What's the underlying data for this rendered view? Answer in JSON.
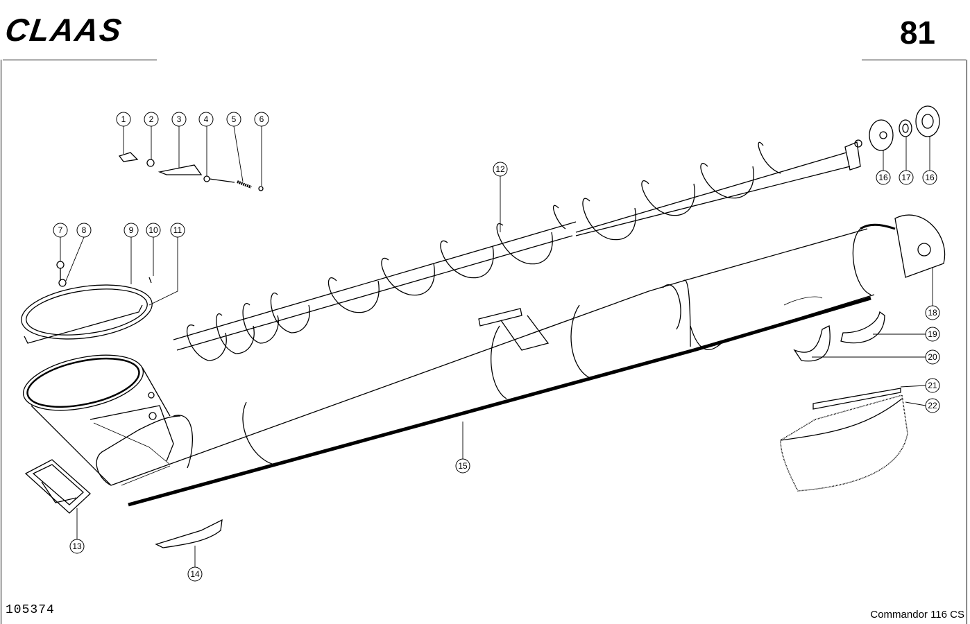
{
  "header": {
    "brand": "CLAAS",
    "page_number": "81"
  },
  "footer": {
    "doc_number": "105374",
    "model": "Commandor 116 CS"
  },
  "callouts": [
    {
      "id": "c1",
      "label": "1"
    },
    {
      "id": "c2",
      "label": "2"
    },
    {
      "id": "c3",
      "label": "3"
    },
    {
      "id": "c4",
      "label": "4"
    },
    {
      "id": "c5",
      "label": "5"
    },
    {
      "id": "c6",
      "label": "6"
    },
    {
      "id": "c7",
      "label": "7"
    },
    {
      "id": "c8",
      "label": "8"
    },
    {
      "id": "c9",
      "label": "9"
    },
    {
      "id": "c10",
      "label": "10"
    },
    {
      "id": "c11",
      "label": "11"
    },
    {
      "id": "c12",
      "label": "12"
    },
    {
      "id": "c13",
      "label": "13"
    },
    {
      "id": "c14",
      "label": "14"
    },
    {
      "id": "c15",
      "label": "15"
    },
    {
      "id": "c16a",
      "label": "16"
    },
    {
      "id": "c17",
      "label": "17"
    },
    {
      "id": "c16b",
      "label": "16"
    },
    {
      "id": "c18",
      "label": "18"
    },
    {
      "id": "c19",
      "label": "19"
    },
    {
      "id": "c20",
      "label": "20"
    },
    {
      "id": "c21",
      "label": "21"
    },
    {
      "id": "c22",
      "label": "22"
    }
  ]
}
